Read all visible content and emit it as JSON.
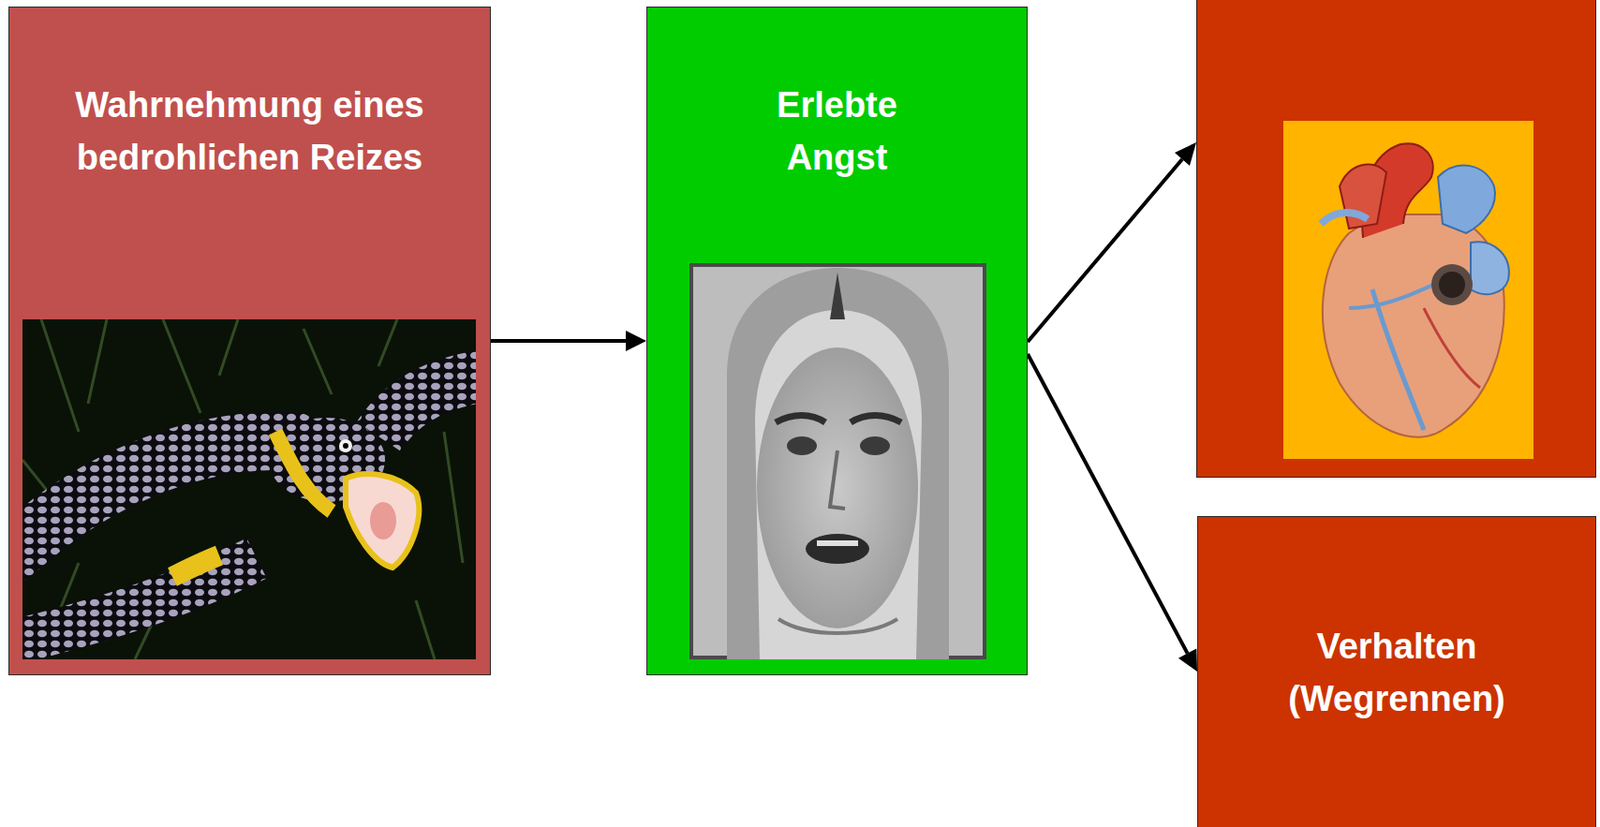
{
  "diagram": {
    "nodes": [
      {
        "text": [
          "Wahrnehmung eines bedrohlichen Reizes"
        ]
      },
      {
        "text": [
          "Erlebte Angst"
        ]
      },
      {
        "text": [
          "Verhalten (Wegrennen)"
        ]
      }
    ],
    "edges": [
      {
        "from": 0,
        "to": 1,
        "arrow": "to"
      },
      {
        "from": 1,
        "to": 2,
        "arrow": "to"
      }
    ]
  }
}
